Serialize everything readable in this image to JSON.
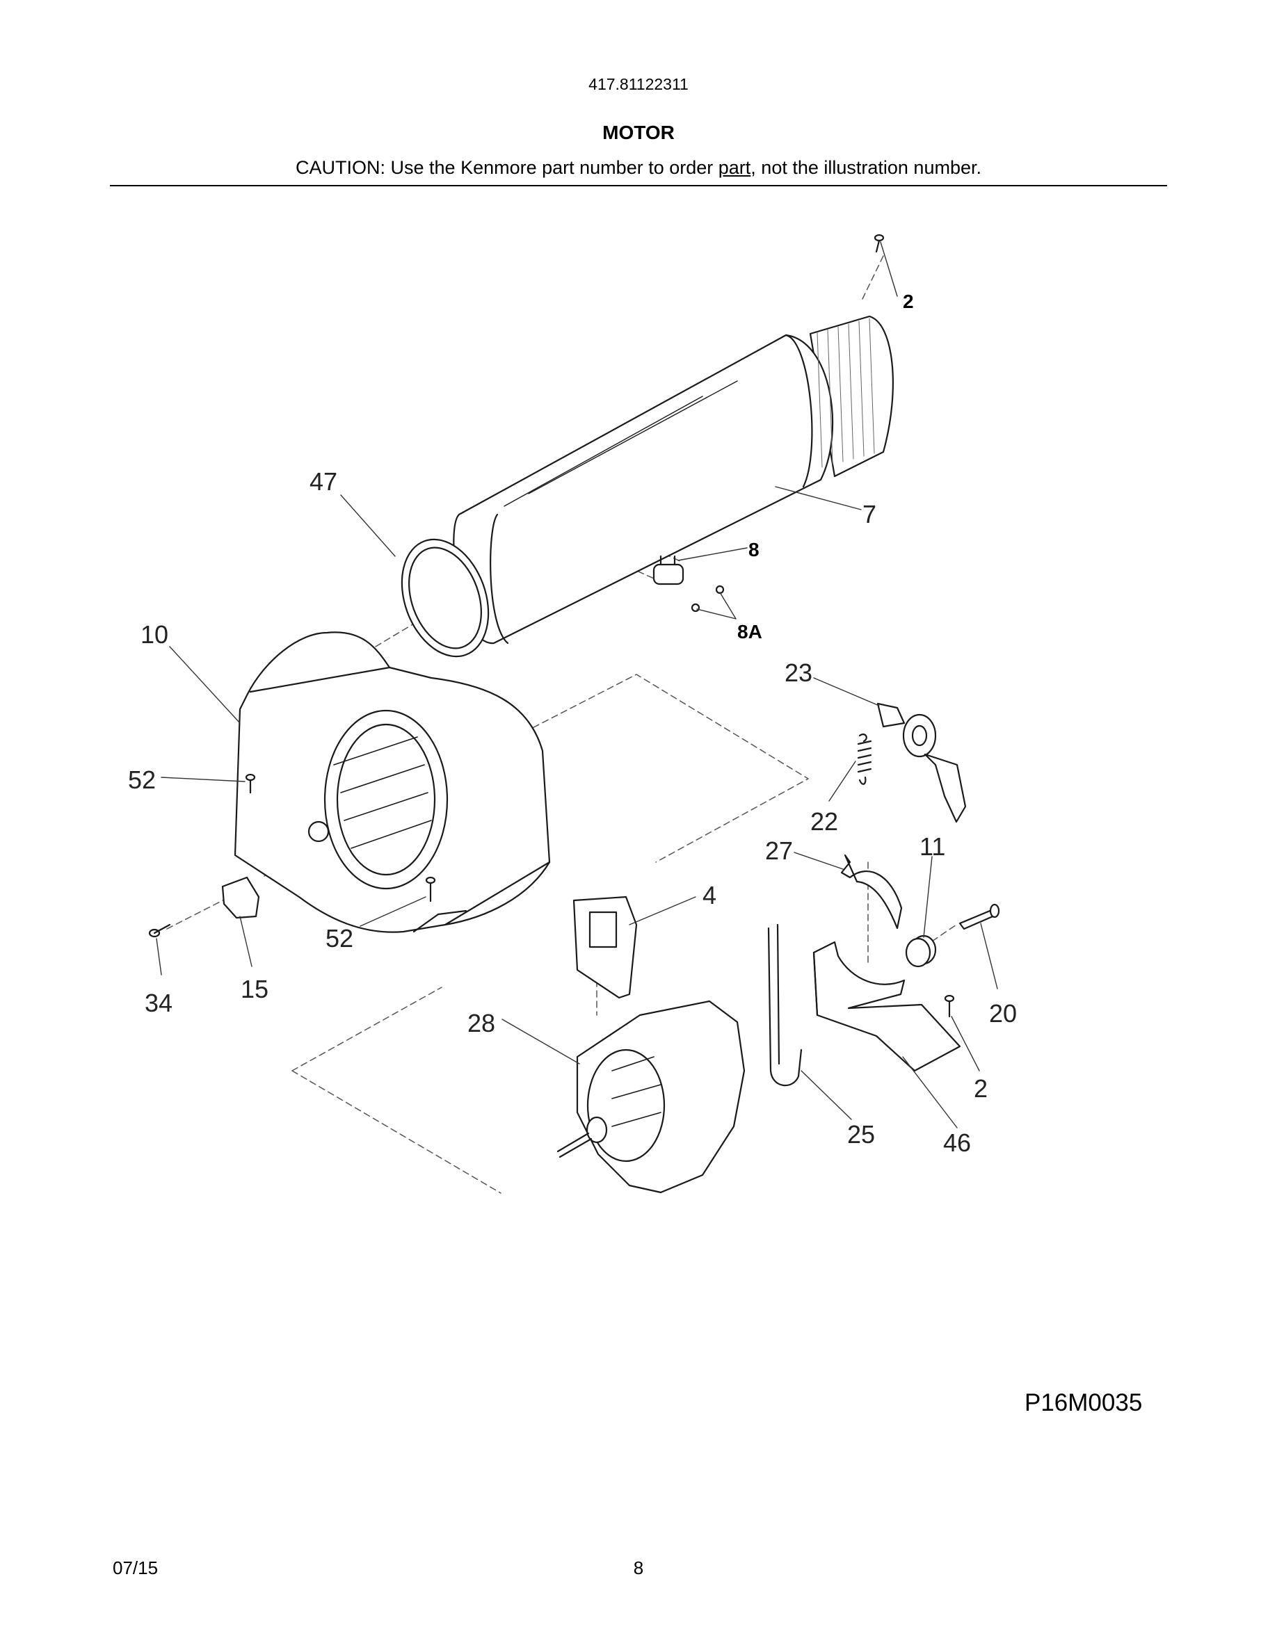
{
  "header": {
    "model_number": "417.81122311",
    "section_title": "MOTOR",
    "caution_before": "CAUTION: Use the Kenmore part number to order ",
    "caution_underlined": "part",
    "caution_after": ", not the illustration number."
  },
  "callouts": {
    "c2_top": "2",
    "c47": "47",
    "c7": "7",
    "c8": "8",
    "c8a": "8A",
    "c10": "10",
    "c23": "23",
    "c52_upper": "52",
    "c22": "22",
    "c27": "27",
    "c11": "11",
    "c4": "4",
    "c52_lower": "52",
    "c34": "34",
    "c15": "15",
    "c20": "20",
    "c28": "28",
    "c2_bottom": "2",
    "c25": "25",
    "c46": "46"
  },
  "drawing_code": "P16M0035",
  "footer": {
    "date": "07/15",
    "page_number": "8"
  }
}
